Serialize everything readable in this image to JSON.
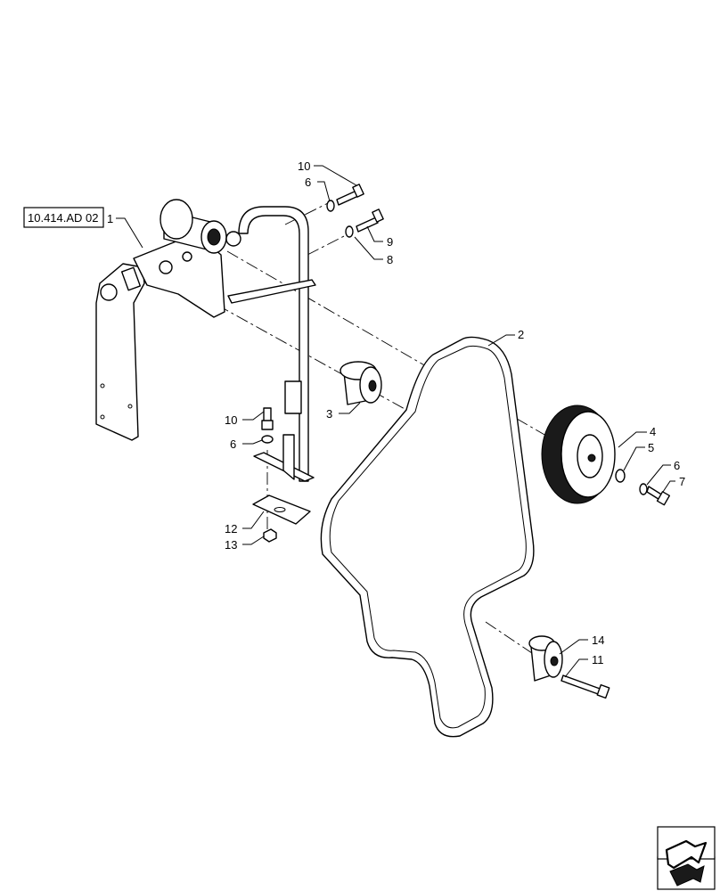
{
  "reference": {
    "label": "10.414.AD 02"
  },
  "callouts": [
    {
      "id": "c1",
      "label": "1"
    },
    {
      "id": "c2",
      "label": "2"
    },
    {
      "id": "c3",
      "label": "3"
    },
    {
      "id": "c4",
      "label": "4"
    },
    {
      "id": "c5",
      "label": "5"
    },
    {
      "id": "c6a",
      "label": "6"
    },
    {
      "id": "c6b",
      "label": "6"
    },
    {
      "id": "c6c",
      "label": "6"
    },
    {
      "id": "c7",
      "label": "7"
    },
    {
      "id": "c8",
      "label": "8"
    },
    {
      "id": "c9",
      "label": "9"
    },
    {
      "id": "c10a",
      "label": "10"
    },
    {
      "id": "c10b",
      "label": "10"
    },
    {
      "id": "c11",
      "label": "11"
    },
    {
      "id": "c12",
      "label": "12"
    },
    {
      "id": "c13",
      "label": "13"
    },
    {
      "id": "c14",
      "label": "14"
    }
  ],
  "icons": {
    "navigation": "next-page-arrow-icon"
  }
}
